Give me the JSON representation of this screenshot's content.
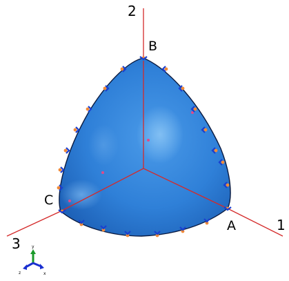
{
  "viewport": {
    "axis_labels": {
      "axis1": "1",
      "axis2": "2",
      "axis3": "3"
    },
    "vertex_labels": {
      "a": "A",
      "b": "B",
      "c": "C"
    },
    "triad": {
      "x": "x",
      "y": "y",
      "z": "z"
    }
  },
  "colors": {
    "surface": "#2f80d8",
    "surface_dark": "#1f5fb0",
    "surface_highlight": "#6fb2f0",
    "edge": "#0a1a40",
    "axis": "#d42a2a",
    "node_orange": "#f08a3a",
    "node_blue": "#1a3fd0",
    "node_pink": "#e04a8a",
    "triad_x": "#1a2fd0",
    "triad_y": "#1a9a2a",
    "triad_z": "#1a2fd0"
  }
}
